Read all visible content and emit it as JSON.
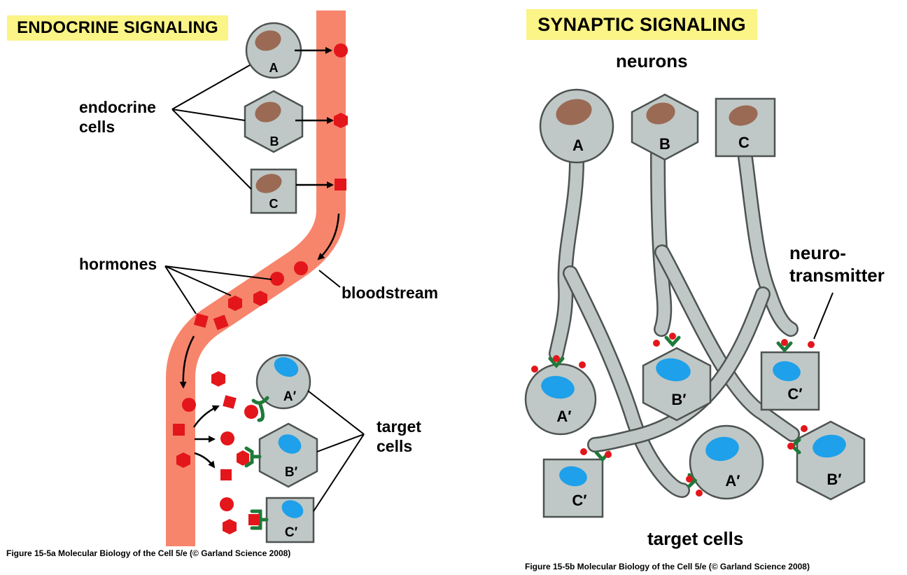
{
  "endocrine": {
    "title": "ENDOCRINE SIGNALING",
    "label_endocrine_cells_1": "endocrine",
    "label_endocrine_cells_2": "cells",
    "label_hormones": "hormones",
    "label_bloodstream": "bloodstream",
    "label_target_1": "target",
    "label_target_2": "cells",
    "cells": [
      "A",
      "B",
      "C"
    ],
    "targets": [
      "A′",
      "B′",
      "C′"
    ],
    "caption": "Figure 15-5a  Molecular Biology of the Cell 5/e (© Garland Science 2008)"
  },
  "synaptic": {
    "title": "SYNAPTIC SIGNALING",
    "label_neurons": "neurons",
    "label_neuro_1": "neuro-",
    "label_neuro_2": "transmitter",
    "label_target_cells": "target cells",
    "neurons": [
      "A",
      "B",
      "C"
    ],
    "targets": [
      "A′",
      "B′",
      "C′",
      "A′",
      "B′",
      "C′"
    ],
    "caption": "Figure 15-5b  Molecular Biology of the Cell 5/e (© Garland Science 2008)"
  },
  "colors": {
    "blood": "#f7856c",
    "hormone": "#e3161b",
    "cell_fill": "#bfc8c6",
    "cell_stroke": "#4d5351",
    "nucleus_source": "#9a6a55",
    "nucleus_target": "#1ea0ea",
    "receptor": "#1f7a3a",
    "title_bg": "#fbf486"
  }
}
